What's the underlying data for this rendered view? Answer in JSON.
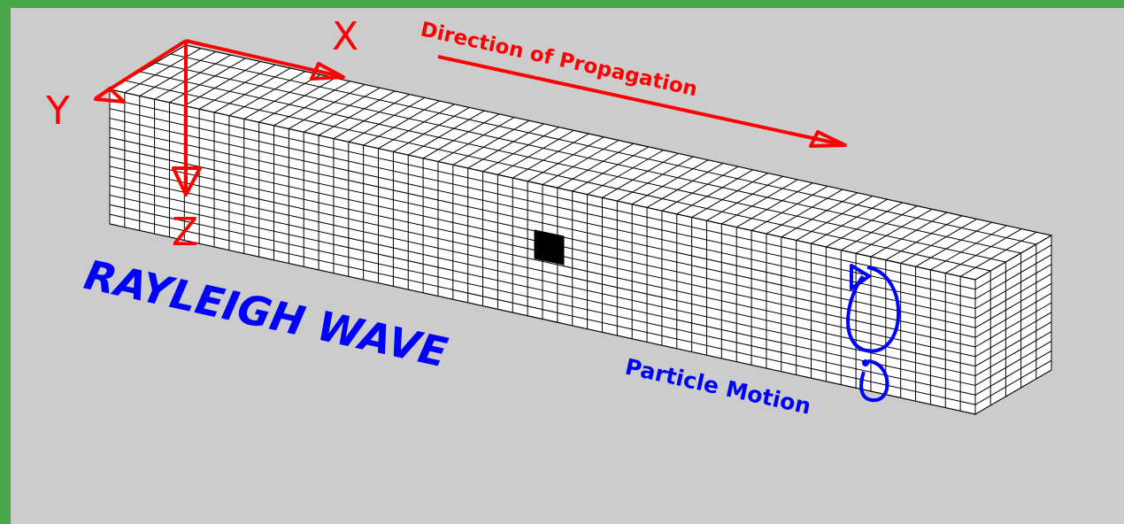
{
  "labels": {
    "x_axis": "X",
    "y_axis": "Y",
    "z_axis": "Z",
    "propagation": "Direction of Propagation",
    "title": "RAYLEIGH WAVE",
    "particle_motion": "Particle Motion"
  },
  "colors": {
    "frame": "#4aa64a",
    "background": "#cccccc",
    "axes": "#ff0000",
    "annotation": "#0000ff",
    "mesh_line": "#000000",
    "mesh_fill": "#ffffff",
    "highlight_cell": "#000000"
  }
}
